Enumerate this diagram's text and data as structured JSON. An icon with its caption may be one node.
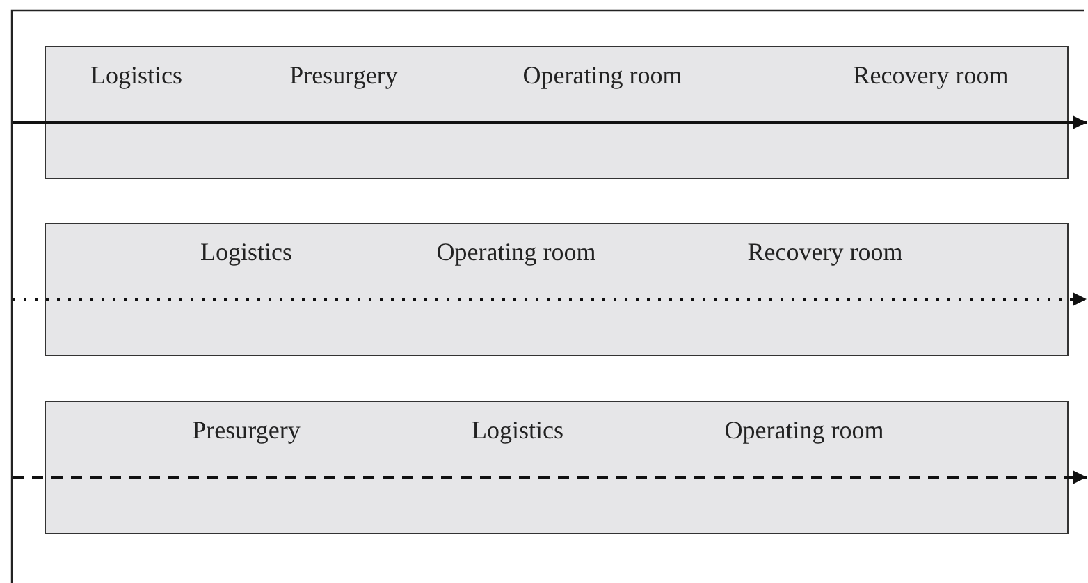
{
  "diagram": {
    "nodes": [
      {
        "text": [
          "Logistics",
          "Presurgery",
          "Operating room",
          "Recovery room"
        ]
      },
      {
        "text": [
          "Logistics",
          "Operating room",
          "Recovery room"
        ]
      },
      {
        "text": [
          "Presurgery",
          "Logistics",
          "Operating room"
        ]
      }
    ]
  }
}
